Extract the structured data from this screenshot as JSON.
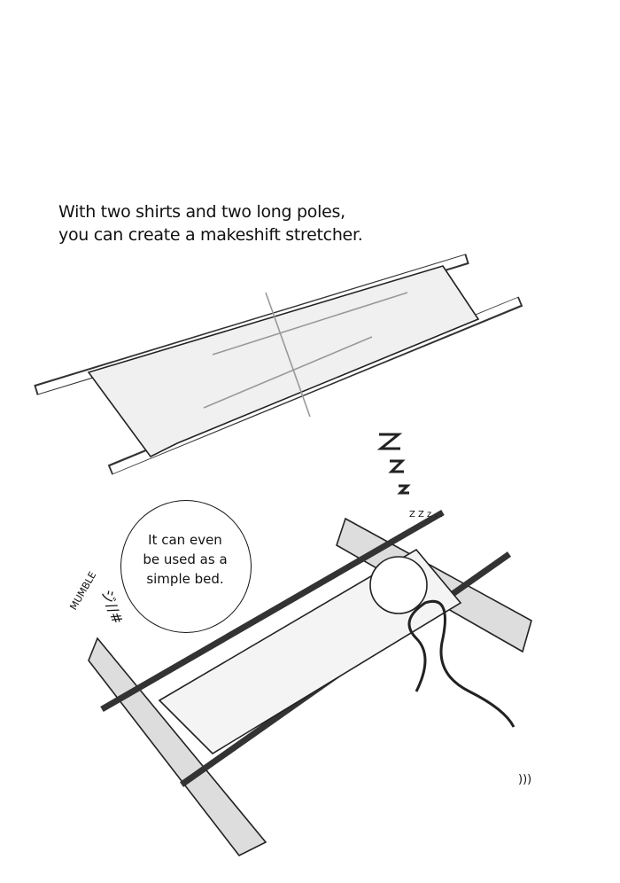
{
  "caption": {
    "line1": "With two shirts and two long poles,",
    "line2": "you can create a makeshift stretcher."
  },
  "speech_bubble": {
    "line1": "It can even",
    "line2": "be used as a",
    "line3": "simple bed."
  },
  "sound_effects": {
    "mumble": "MUMBLE",
    "mumble_kana": "ジ//#",
    "sleep": "Z Z z . .",
    "snake": ")))"
  }
}
